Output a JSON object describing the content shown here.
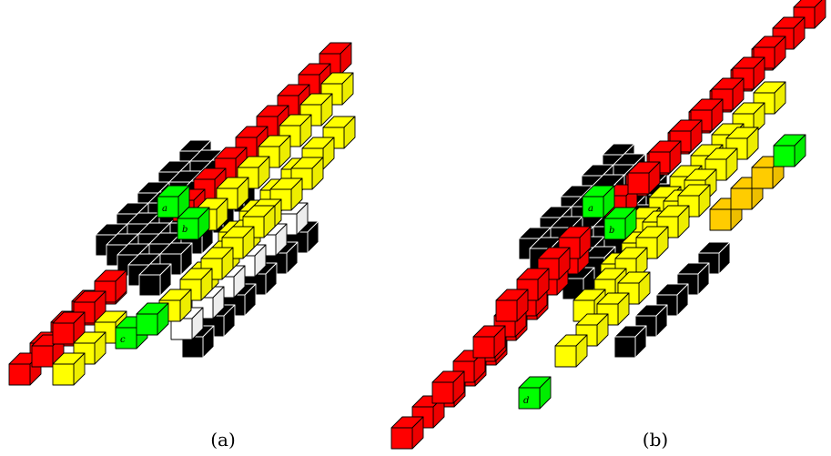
{
  "figure": {
    "colors": {
      "red": "#ff0000",
      "yellow": "#ffff00",
      "green": "#00ff00",
      "black": "#000000",
      "white": "#ffffff",
      "orange": "#ffcc00",
      "edge_dark": "#000000",
      "edge_light": "#ffffff"
    },
    "panels": [
      {
        "id": "a",
        "caption": "(a)",
        "labels": [
          {
            "text": "a"
          },
          {
            "text": "b"
          },
          {
            "text": "c"
          }
        ]
      },
      {
        "id": "b",
        "caption": "(b)",
        "labels": [
          {
            "text": "a"
          },
          {
            "text": "b"
          },
          {
            "text": "d"
          }
        ]
      }
    ]
  }
}
